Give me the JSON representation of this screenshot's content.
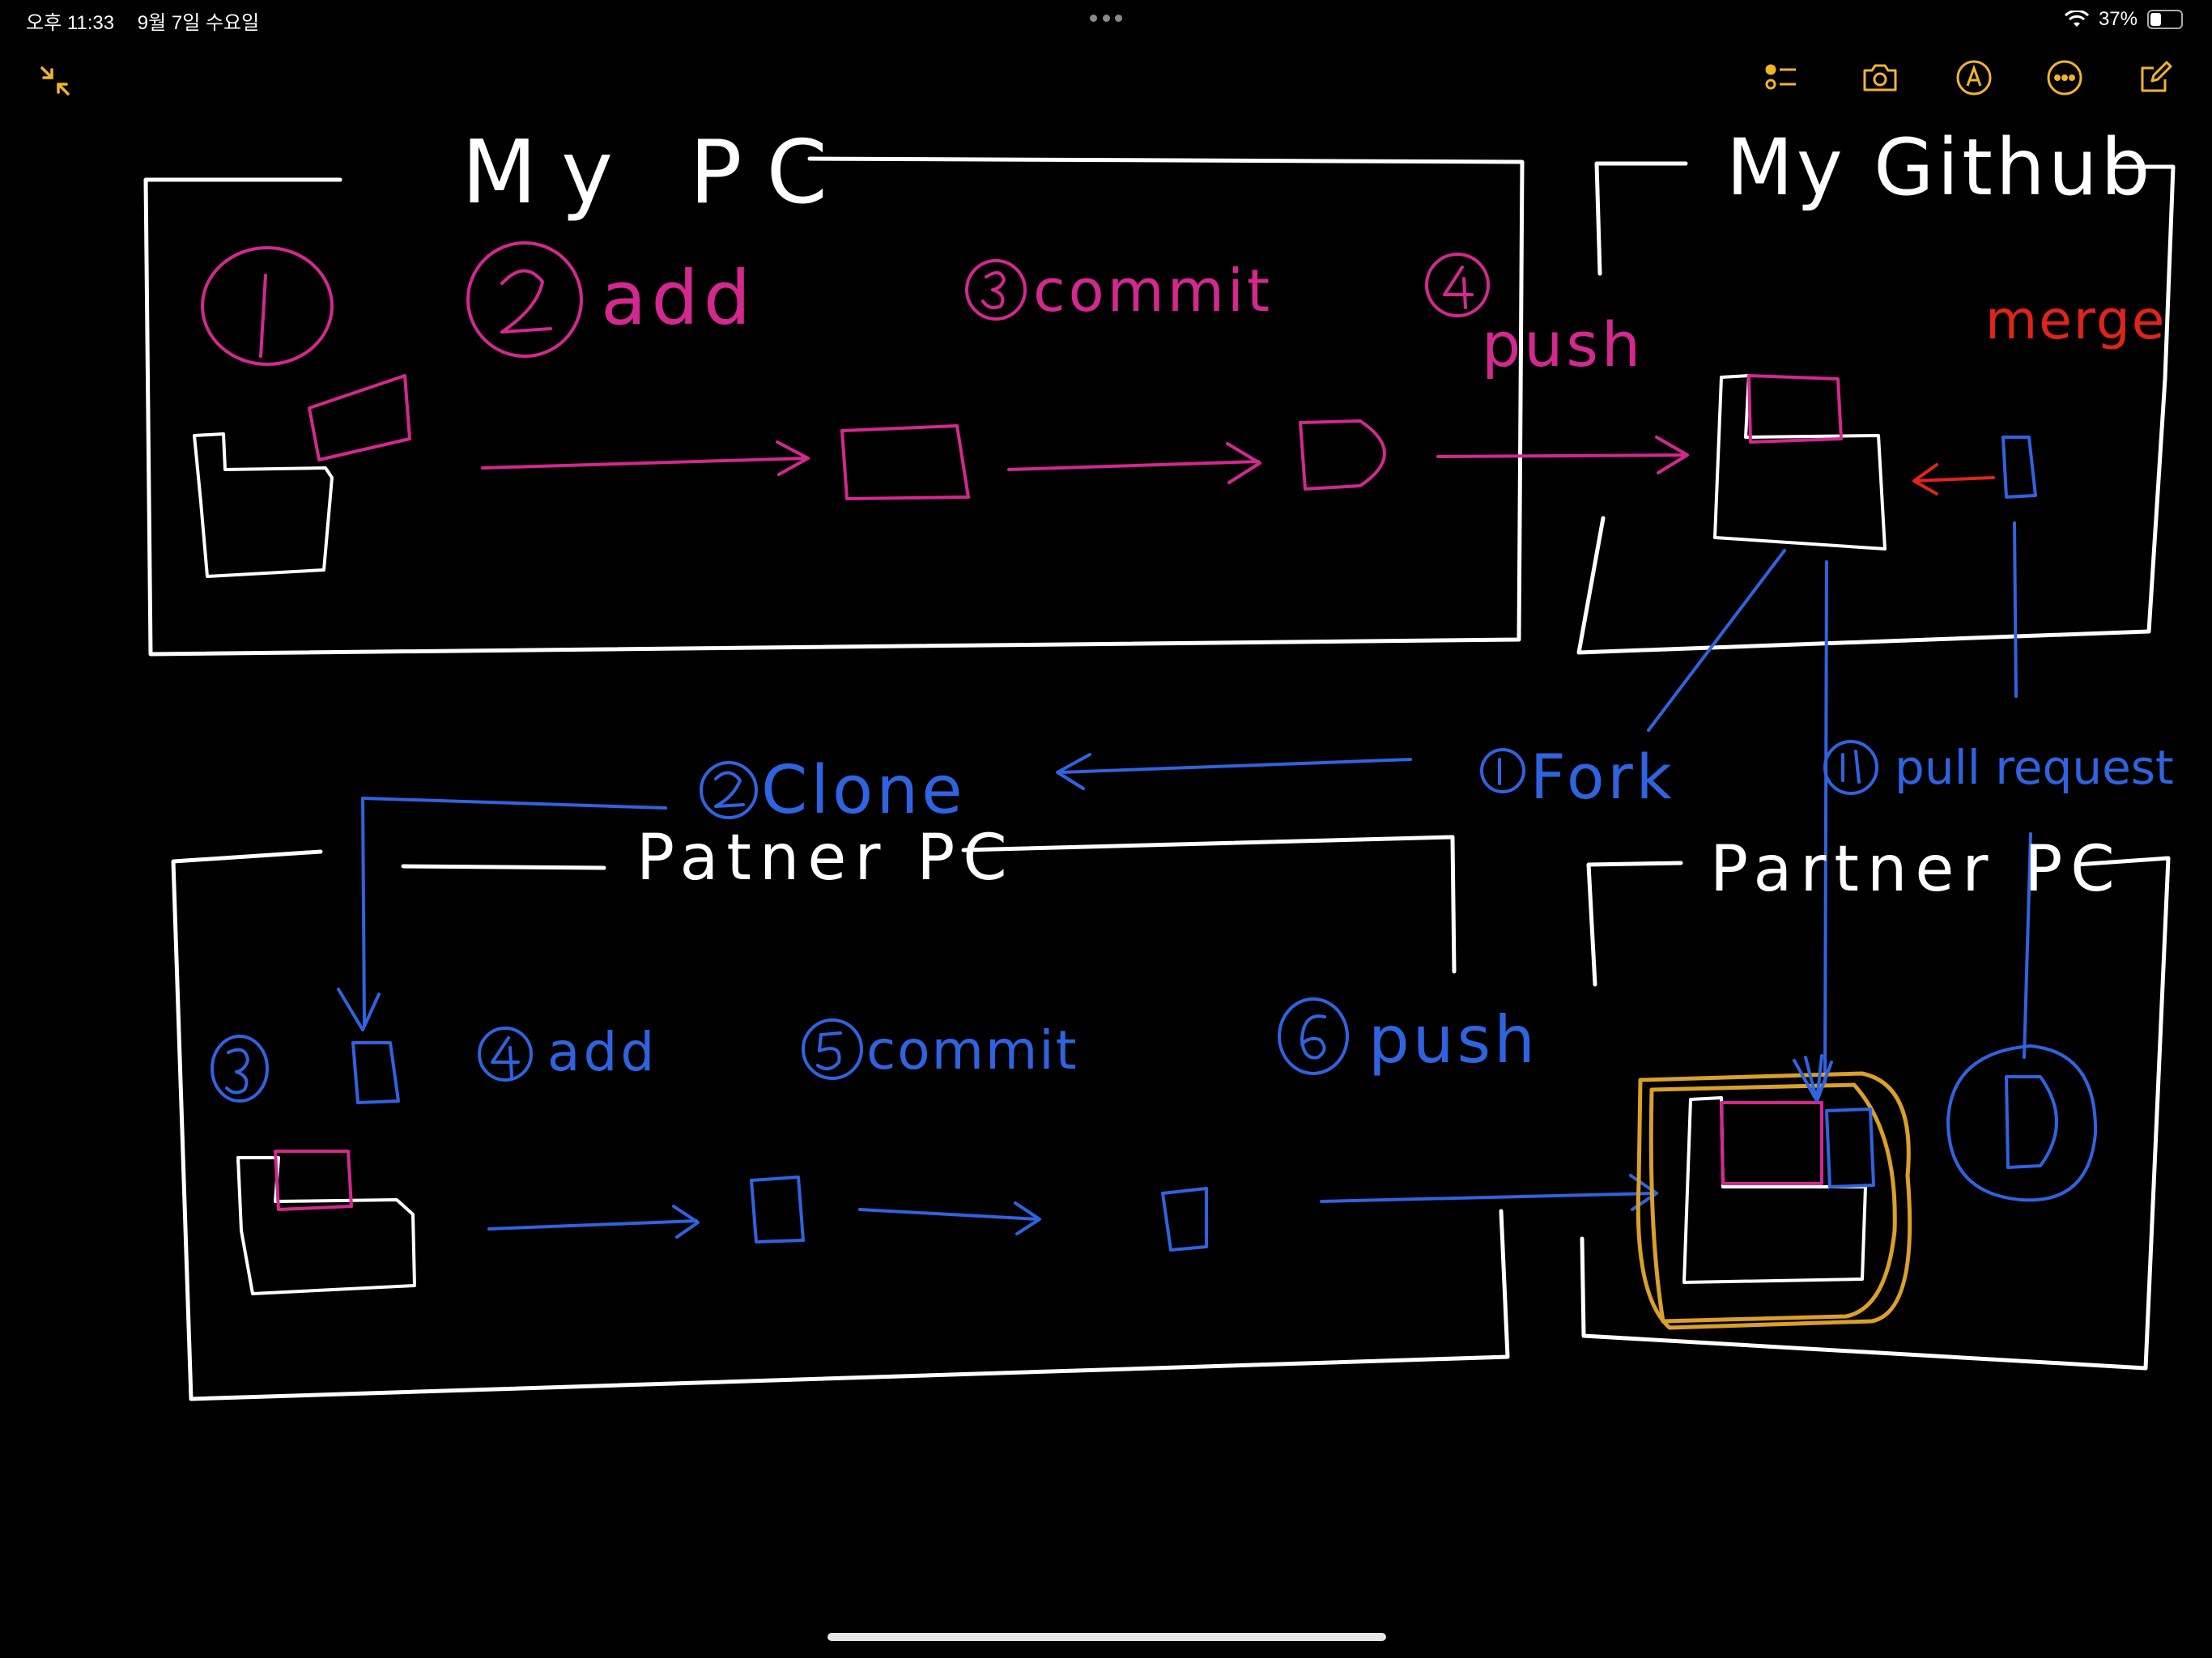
{
  "status_bar": {
    "time": "오후 11:33",
    "date": "9월 7일 수요일",
    "battery_percent": "37%",
    "battery_level": 0.37
  },
  "toolbar": {
    "icons": [
      "collapse-icon",
      "checklist-icon",
      "camera-icon",
      "markup-pen-icon",
      "more-icon",
      "compose-icon"
    ],
    "accent_color": "#F2B529"
  },
  "drawing": {
    "colors": {
      "white": "#FFFFFF",
      "magenta": "#D3288F",
      "blue": "#2F63E0",
      "red": "#E0241B",
      "gold": "#D9A02A"
    },
    "labels": {
      "my_pc": "My PC",
      "my_github": "My Github",
      "step1_number": "1",
      "step2_add": "add",
      "step3_commit": "commit",
      "step4_push": "push",
      "merge": "merge",
      "fork": "Fork",
      "pull_request": "pull request",
      "clone": "Clone",
      "patner_pc": "Patner PC",
      "partner_pc": "Partner PC",
      "p_step3_number": "3",
      "p_step4_add": "add",
      "p_step5_commit": "commit",
      "p_step6_push": "push"
    }
  }
}
